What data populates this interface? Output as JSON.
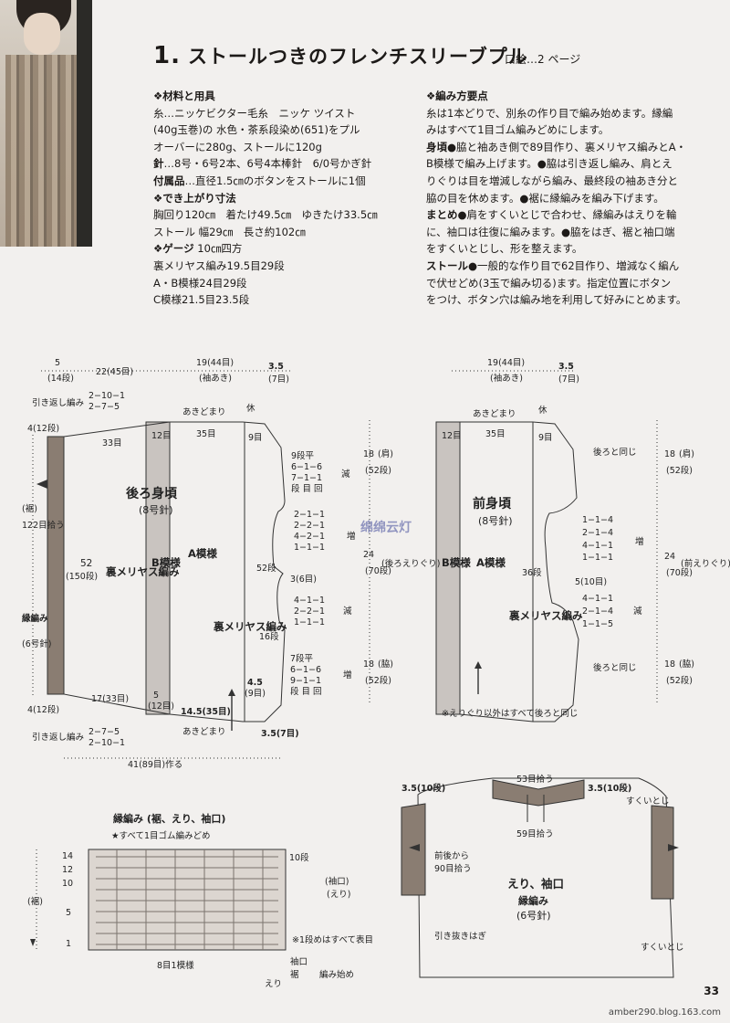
{
  "header": {
    "number": "1.",
    "title": "ストールつきのフレンチスリーブプル",
    "ref": "口絵…2 ページ"
  },
  "materials": {
    "heading": "❖材料と用具",
    "yarn": [
      "糸…ニッケビクター毛糸　ニッケ ツイスト",
      "(40g玉巻)の 水色・茶系段染め(651)をプル",
      "オーバーに280g、ストールに120g"
    ],
    "needles_label": "針",
    "needles": "…8号・6号2本、6号4本棒針　6/0号かぎ針",
    "acc_label": "付属品",
    "acc": "…直径1.5㎝のボタンをストールに1個"
  },
  "size": {
    "heading": "❖でき上がり寸法",
    "lines": [
      "胸回り120㎝　着たけ49.5㎝　ゆきたけ33.5㎝",
      "ストール 幅29㎝　長さ約102㎝"
    ]
  },
  "gauge": {
    "heading": "❖ゲージ",
    "heading_rest": " 10㎝四方",
    "lines": [
      "裏メリヤス編み19.5目29段",
      "A・B模様24目29段",
      "C模様21.5目23.5段"
    ]
  },
  "method": {
    "heading": "❖編み方要点",
    "intro": [
      "糸は1本どりで、別糸の作り目で編み始めます。縁編",
      "みはすべて1目ゴム編みどめにします。"
    ],
    "body_label": "身頃",
    "body": [
      "●脇と袖あき側で89目作り、裏メリヤス編みとA・",
      "B模様で編み上げます。●脇は引き返し編み、肩とえ",
      "りぐりは目を増減しながら編み、最終段の袖あき分と",
      "脇の目を休めます。●裾に縁編みを編み下げます。"
    ],
    "finish_label": "まとめ",
    "finish": [
      "●肩をすくいとじで合わせ、縁編みはえりを輪",
      "に、袖口は往復に編みます。●脇をはぎ、裾と袖口端",
      "をすくいとじし、形を整えます。"
    ],
    "stole_label": "ストール",
    "stole": [
      "●一般的な作り目で62目作り、増減なく編ん",
      "で伏せどめ(3玉で編み切る)ます。指定位置にボタン",
      "をつけ、ボタン穴は編み地を利用して好みにとめます。"
    ]
  },
  "back": {
    "top": [
      "5",
      "(14段)",
      "22(45目)",
      "19(44目)",
      "(袖あき)",
      "3.5",
      "(7目)"
    ],
    "turn": [
      "引き返し編み",
      "2−10−1",
      "2−7−5"
    ],
    "opening": "あきどまり",
    "rest": "休",
    "left_rows": "4(12段)",
    "c33": "33目",
    "c12": "12目",
    "c35": "35目",
    "c9": "9目",
    "title": "後ろ身頃",
    "needle": "(8号針)",
    "s1": [
      "9段平",
      "6−1−6",
      "7−1−1",
      "段 目 回"
    ],
    "dec": "減",
    "inc_list": [
      "2−1−1",
      "2−2−1",
      "4−2−1",
      "1−1−1"
    ],
    "inc": "増",
    "c3": "3(6目)",
    "dec_list": [
      "4−1−1",
      "2−2−1",
      "1−1−1"
    ],
    "s2": [
      "7段平",
      "6−1−6",
      "9−1−1",
      "段 目 回"
    ],
    "v52a": "52",
    "v52b": "(150段)",
    "v122": "122目拾う",
    "suso": "(裾)",
    "edge": "縁編み",
    "edge_n": "(6号針)",
    "rev": "裏メリヤス編み",
    "B": "B模様",
    "A": "A模様",
    "rev2": "裏メリヤス編み",
    "r52": "52段",
    "r16": "16段",
    "c45": "4.5",
    "c45b": "(9目)",
    "bottom_rows": "4(12段)",
    "c17": "17(33目)",
    "c5": "5",
    "c5b": "(12目)",
    "c145": "14.5(35目)",
    "turn_b": [
      "引き返し編み",
      "2−7−5",
      "2−10−1"
    ],
    "c35b": "3.5(7目)",
    "make": "41(89目)作る",
    "right_dims": [
      "18",
      "(肩)",
      "(52段)",
      "24",
      "(70段)",
      "(後ろえりぐり)",
      "18",
      "(脇)",
      "(52段)"
    ]
  },
  "front": {
    "top": [
      "19(44目)",
      "(袖あき)",
      "3.5",
      "(7目)"
    ],
    "opening": "あきどまり",
    "rest": "休",
    "c12": "12目",
    "c35": "35目",
    "c9": "9目",
    "same": "後ろと同じ",
    "title": "前身頃",
    "needle": "(8号針)",
    "B": "B模様",
    "A": "A模様",
    "rev": "裏メリヤス編み",
    "inc_list": [
      "1−1−4",
      "2−1−4",
      "4−1−1",
      "1−1−1"
    ],
    "inc": "増",
    "r36": "36段",
    "c5": "5(10目)",
    "dec_list": [
      "4−1−1",
      "2−1−4",
      "1−1−5"
    ],
    "dec": "減",
    "right_dims": [
      "18",
      "(肩)",
      "(52段)",
      "24",
      "(70段)",
      "(前えりぐり)",
      "18",
      "(脇)",
      "(52段)"
    ],
    "note": "※えりぐり以外はすべて後ろと同じ"
  },
  "edging": {
    "title": "縁編み",
    "title_rest": " (裾、えり、袖口)",
    "note": "★すべて1目ゴム編みどめ",
    "rows": [
      "14",
      "12",
      "10",
      "5",
      "1"
    ],
    "r10": "10段",
    "suso": "(裾)",
    "sode": "(袖口)",
    "eri": "(えり)",
    "note2": "※1段めはすべて表目",
    "pattern": "8目1模様",
    "labels": [
      "袖口",
      "裾",
      "えり"
    ],
    "start": "編み始め"
  },
  "collar": {
    "c53": "53目拾う",
    "c59": "59目拾う",
    "left": "3.5(10段)",
    "right": "3.5(10段)",
    "sew": "すくいとじ",
    "pick": [
      "前",
      "後",
      "90",
      "目",
      "拾",
      "う"
    ],
    "pick_a": "前後から",
    "pick_b": "90目拾う",
    "title": "えり、袖口",
    "sub": "縁編み",
    "needle": "(6号針)",
    "bind": "引き抜きはぎ",
    "sew2": "すくいとじ"
  },
  "footer": {
    "page": "33",
    "blog": "amber290.blog.163.com",
    "wm": "绵绵云灯"
  }
}
